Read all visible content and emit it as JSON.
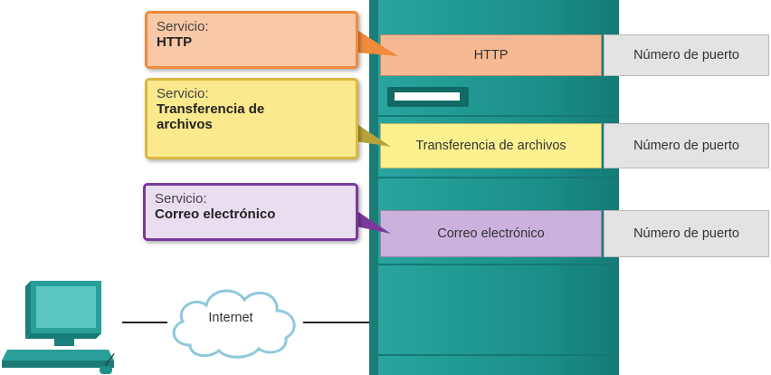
{
  "callouts": {
    "http": {
      "label": "Servicio:",
      "value": "HTTP"
    },
    "ftp": {
      "label": "Servicio:",
      "value": "Transferencia de archivos"
    },
    "mail": {
      "label": "Servicio:",
      "value": "Correo electrónico"
    }
  },
  "server_rows": [
    {
      "service": "HTTP",
      "port": "Número de puerto"
    },
    {
      "service": "Transferencia de archivos",
      "port": "Número de puerto"
    },
    {
      "service": "Correo electrónico",
      "port": "Número de puerto"
    }
  ],
  "network": {
    "cloud_label": "Internet"
  },
  "colors": {
    "server": "#1d8f8a",
    "http_row": "#f6b993",
    "ftp_row": "#fcf08f",
    "mail_row": "#cbb2dc",
    "port_cell": "#e3e3e3"
  },
  "icons": [
    "desktop-computer-icon",
    "internet-cloud-icon",
    "server-tower-icon"
  ]
}
